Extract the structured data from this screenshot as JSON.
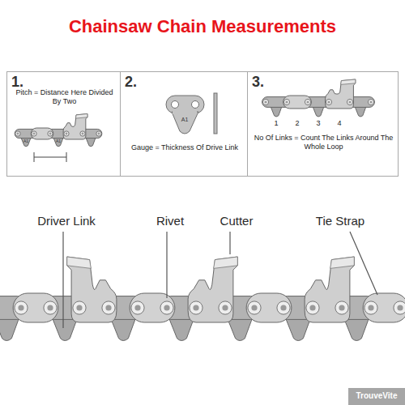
{
  "diagram": {
    "title": "Chainsaw Chain Measurements",
    "nodes": [
      {
        "text": [
          "1.",
          "Pitch = Distance Here Divided By Two"
        ]
      },
      {
        "text": [
          "2.",
          "Gauge = Thickness Of Drive Link"
        ]
      },
      {
        "text": [
          "3.",
          "No Of Links = Count The Links Around The Whole Loop"
        ]
      }
    ],
    "labels": [
      "A1",
      "A1",
      "A1",
      "1",
      "2",
      "3",
      "4",
      "Driver Link",
      "Rivet",
      "Cutter",
      "Tie Strap",
      "TrouveVite"
    ]
  }
}
